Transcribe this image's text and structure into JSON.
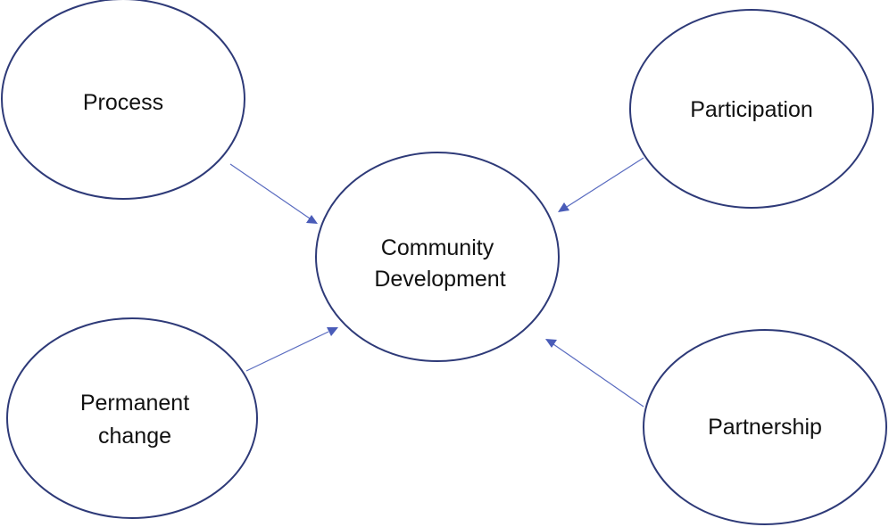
{
  "diagram": {
    "center": {
      "line1": "Community",
      "line2": "Development"
    },
    "nodes": {
      "process": "Process",
      "participation": "Participation",
      "permanent_change_line1": "Permanent",
      "permanent_change_line2": "change",
      "partnership": "Partnership"
    },
    "colors": {
      "outline": "#2e3a78",
      "arrow": "#4a5cb8",
      "text": "#111111",
      "background": "#ffffff"
    }
  }
}
